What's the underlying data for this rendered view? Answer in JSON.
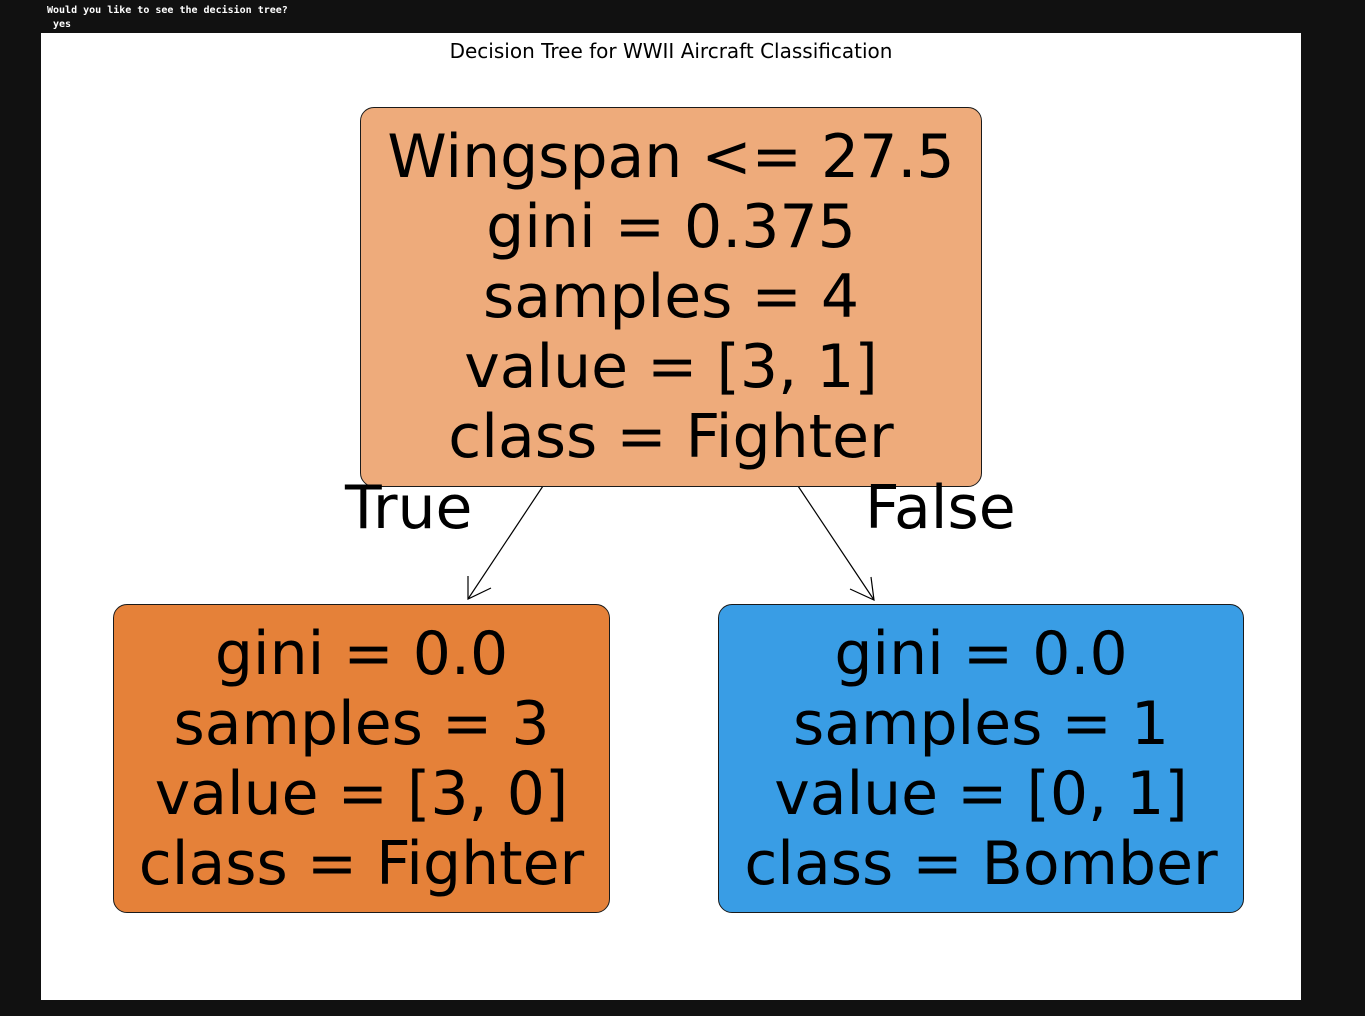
{
  "console": {
    "prompt": "Would you like to see the decision tree?",
    "answer": "yes"
  },
  "figure": {
    "title": "Decision Tree for WWII Aircraft Classification"
  },
  "tree": {
    "root": {
      "split": "Wingspan <= 27.5",
      "gini": "gini = 0.375",
      "samples": "samples = 4",
      "value": "value = [3, 1]",
      "class": "class = Fighter",
      "color": "#eeab7b"
    },
    "left": {
      "gini": "gini = 0.0",
      "samples": "samples = 3",
      "value": "value = [3, 0]",
      "class": "class = Fighter",
      "color": "#e58139"
    },
    "right": {
      "gini": "gini = 0.0",
      "samples": "samples = 1",
      "value": "value = [0, 1]",
      "class": "class = Bomber",
      "color": "#399de5"
    },
    "edge_true_label": "True",
    "edge_false_label": "False"
  }
}
